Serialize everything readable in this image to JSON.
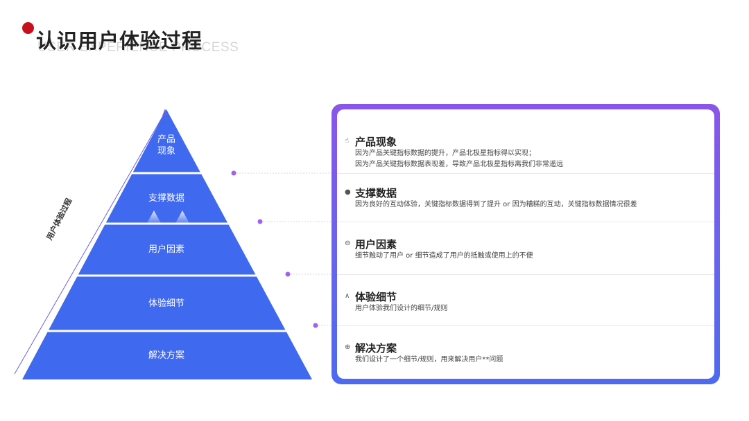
{
  "header": {
    "title": "认识用户体验过程",
    "subtitle": "USER EXPERIENCE PROCESS",
    "accent_color": "#c8101c"
  },
  "pyramid": {
    "axis_label": "用户体验过程",
    "layers": [
      {
        "label_lines": [
          "产品",
          "现象"
        ]
      },
      {
        "label_lines": [
          "支撑数据"
        ]
      },
      {
        "label_lines": [
          "用户因素"
        ]
      },
      {
        "label_lines": [
          "体验细节"
        ]
      },
      {
        "label_lines": [
          "解决方案"
        ]
      }
    ],
    "colors": {
      "top": "#9d53ea",
      "bottom": "#3f69ef",
      "connector": "#a162ec"
    }
  },
  "panel": {
    "items": [
      {
        "icon": "thumbs-up-icon",
        "icon_glyph": "☝",
        "title": "产品现象",
        "desc": [
          "因为产品关键指标数据的提升，产品北极星指标得以实现；",
          "因为产品关键指标数据表现差，导致产品北极星指标离我们非常遥远"
        ]
      },
      {
        "icon": "pin-icon",
        "icon_glyph": "●",
        "title": "支撑数据",
        "desc": [
          "因为良好的互动体验，关键指标数据得到了提升 or 因为糟糕的互动，关键指标数据情况很差"
        ]
      },
      {
        "icon": "chat-icon",
        "icon_glyph": "⊖",
        "title": "用户因素",
        "desc": [
          "细节触动了用户 or 细节造成了用户的抵触或使用上的不便"
        ]
      },
      {
        "icon": "triangle-icon",
        "icon_glyph": "∧",
        "title": "体验细节",
        "desc": [
          "用户体验我们设计的细节/规则"
        ]
      },
      {
        "icon": "target-icon",
        "icon_glyph": "⊕",
        "title": "解决方案",
        "desc": [
          "我们设计了一个细节/规则，用来解决用户**问题"
        ]
      }
    ]
  }
}
